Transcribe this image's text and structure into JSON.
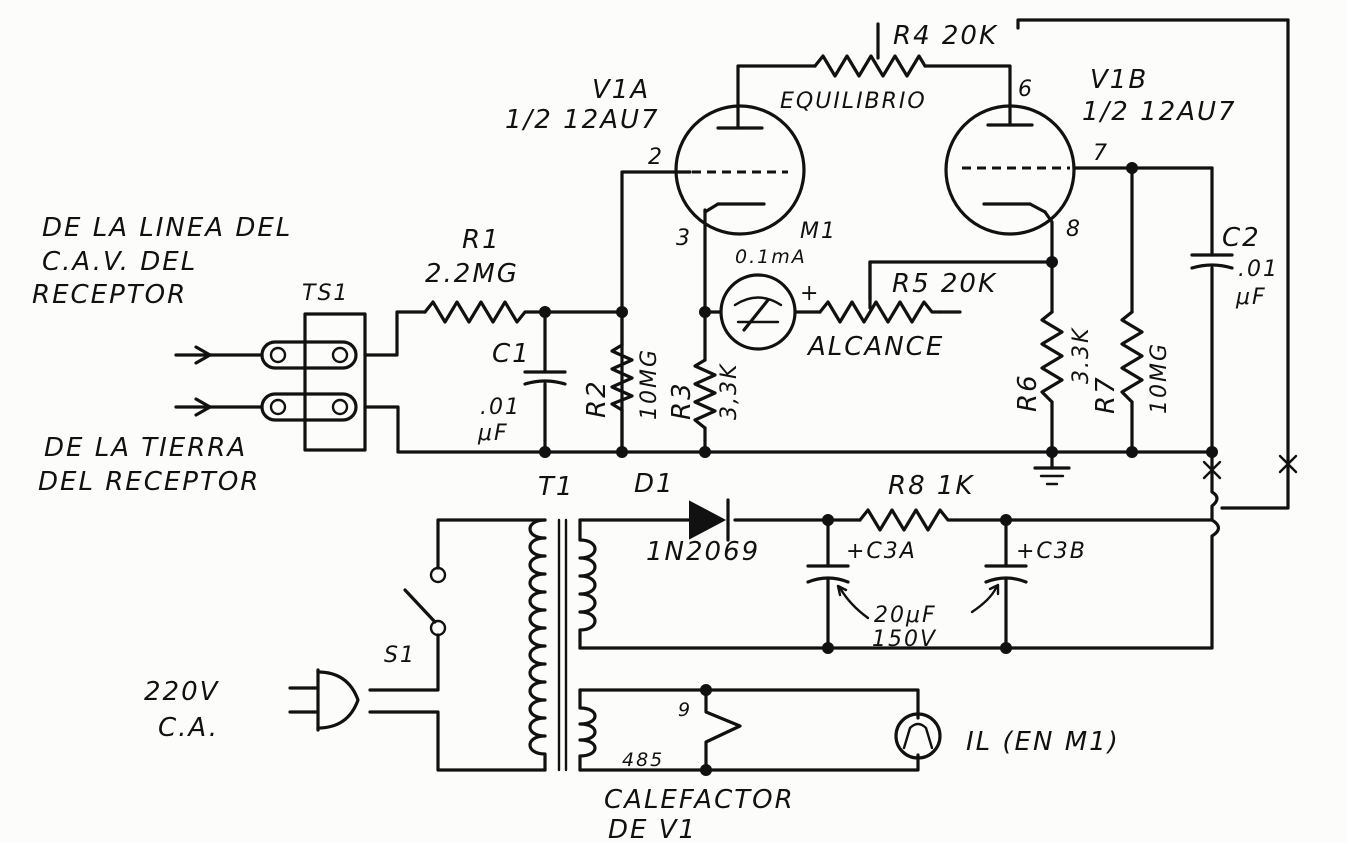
{
  "labels": {
    "v1a_name": "V1A",
    "v1a_type": "1/2 12AU7",
    "v1b_name": "V1B",
    "v1b_type": "1/2 12AU7",
    "r4": "R4 20K",
    "equilibrio": "EQUILIBRIO",
    "pin2": "2",
    "pin3": "3",
    "pin6": "6",
    "pin7": "7",
    "pin8": "8",
    "m1": "M1",
    "m1_rating": "0.1mA",
    "r5": "R5 20K",
    "alcance": "ALCANCE",
    "src_line1": "DE LA LINEA DEL",
    "src_line2": "C.A.V. DEL",
    "src_line3": "RECEPTOR",
    "ts1": "TS1",
    "r1": "R1",
    "r1_value": "2.2MG",
    "c1": "C1",
    "c1_value1": ".01",
    "c1_value2": "μF",
    "r2": "R2",
    "r2_value": "10MG",
    "r3": "R3",
    "r3_value": "3,3K",
    "r6": "R6",
    "r6_value": "3.3K",
    "r7": "R7",
    "r7_value": "10MG",
    "c2": "C2",
    "c2_value1": ".01",
    "c2_value2": "μF",
    "gnd_line1": "DE LA TIERRA",
    "gnd_line2": "DEL RECEPTOR",
    "t1": "T1",
    "d1": "D1",
    "d1_part": "1N2069",
    "r8": "R8 1K",
    "c3a": "+C3A",
    "c3b": "+C3B",
    "c3_value1": "20μF",
    "c3_value2": "150V",
    "s1": "S1",
    "mains_voltage": "220V",
    "mains_type": "C.A.",
    "pin9": "9",
    "pins_485": "485",
    "lamp": "IL (EN M1)",
    "heater_line1": "CALEFACTOR",
    "heater_line2": "DE V1",
    "plus_sign": "+"
  }
}
